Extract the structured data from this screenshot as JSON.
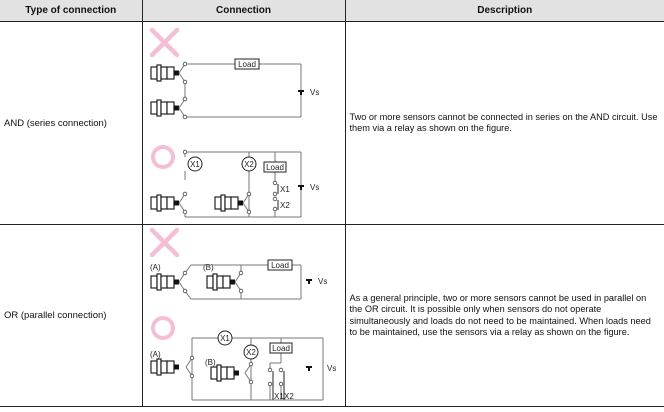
{
  "table": {
    "headers": [
      "Type of connection",
      "Connection",
      "Description"
    ],
    "rows": [
      {
        "type": "AND (series connection)",
        "description": "Two or more sensors cannot be connected in series on the AND circuit. Use them via a relay as shown on the figure.",
        "diagrams": {
          "incorrect": {
            "mark": "cross-icon",
            "load_label": "Load",
            "supply_label": "Vs"
          },
          "correct": {
            "mark": "circle-icon",
            "load_label": "Load",
            "supply_label": "Vs",
            "relay_coils": [
              "X1",
              "X2"
            ],
            "relay_contacts": [
              "X1",
              "X2"
            ]
          }
        }
      },
      {
        "type": "OR (parallel connection)",
        "description": "As a general principle, two or more sensors cannot be used in parallel on the OR circuit. It is possible only when sensors do not operate simultaneously and loads do not need to be maintained. When loads need to be maintained, use the sensors via a relay as shown on the figure.",
        "diagrams": {
          "incorrect": {
            "mark": "cross-icon",
            "load_label": "Load",
            "supply_label": "Vs",
            "sensor_labels": [
              "(A)",
              "(B)"
            ]
          },
          "correct": {
            "mark": "circle-icon",
            "load_label": "Load",
            "supply_label": "Vs",
            "sensor_labels": [
              "(A)",
              "(B)"
            ],
            "relay_coils": [
              "X1",
              "X2"
            ],
            "relay_contacts": [
              "X1",
              "X2"
            ]
          }
        }
      }
    ]
  },
  "colors": {
    "mark": "#f4bfd6",
    "header_bg": "#e2e2e2",
    "wire": "#777777"
  }
}
